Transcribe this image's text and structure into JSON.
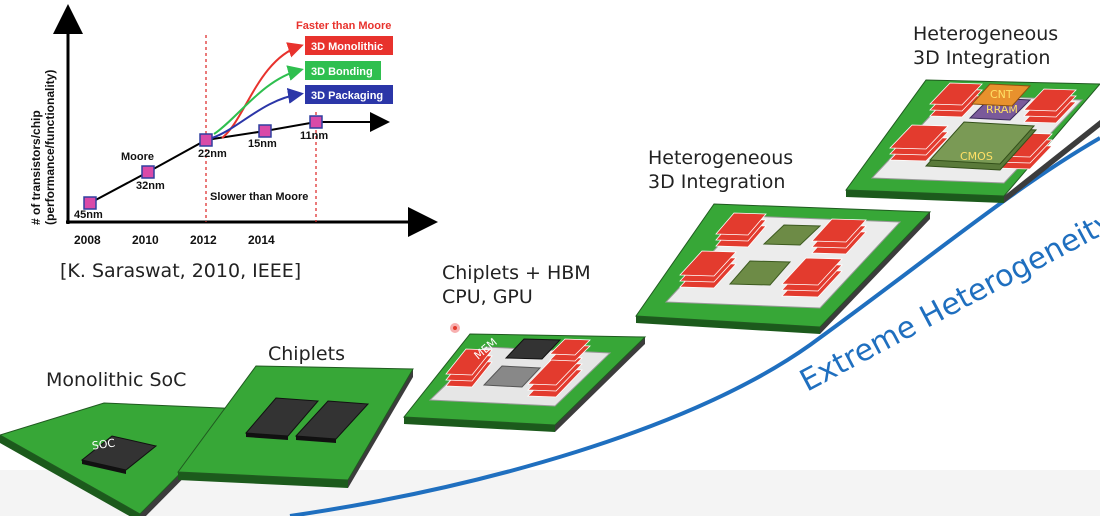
{
  "inset_chart": {
    "y_axis_label_line1": "# of transistors/chip",
    "y_axis_label_line2": "(performance/functionality)",
    "x_ticks": [
      "2008",
      "2010",
      "2012",
      "2014"
    ],
    "labels": {
      "moore": "Moore",
      "faster": "Faster than Moore",
      "slower": "Slower than Moore"
    },
    "points": [
      {
        "year": 2008,
        "node": "45nm"
      },
      {
        "year": 2010,
        "node": "32nm"
      },
      {
        "year": 2012,
        "node": "22nm"
      },
      {
        "year": 2014,
        "node": "15nm"
      },
      {
        "year": 2016,
        "node": "11nm"
      }
    ],
    "branches": [
      {
        "label": "3D Monolithic",
        "color": "#e8322d"
      },
      {
        "label": "3D Bonding",
        "color": "#2fbf4f"
      },
      {
        "label": "3D Packaging",
        "color": "#2b36a8"
      }
    ],
    "citation": "[K. Saraswat, 2010, IEEE]"
  },
  "stages": {
    "monolithic": {
      "title": "Monolithic SoC",
      "die": "SOC"
    },
    "chiplets": {
      "title": "Chiplets"
    },
    "hbm": {
      "title_line1": "Chiplets + HBM",
      "title_line2": "CPU, GPU",
      "die": "MEM"
    },
    "hetero_mid": {
      "title_line1": "Heterogeneous",
      "title_line2": "3D Integration"
    },
    "hetero_top": {
      "title_line1": "Heterogeneous",
      "title_line2": "3D Integration",
      "die_cnt": "CNT",
      "die_rram": "RRAM",
      "die_cmos": "CMOS"
    }
  },
  "curve_label": "Extreme Heterogeneity",
  "colors": {
    "board_green": "#37a737",
    "chip_red": "#e33b2e",
    "chip_dark": "#3a3a3a",
    "chip_olive": "#6d8b46",
    "curve_blue": "#1f6fbf"
  }
}
